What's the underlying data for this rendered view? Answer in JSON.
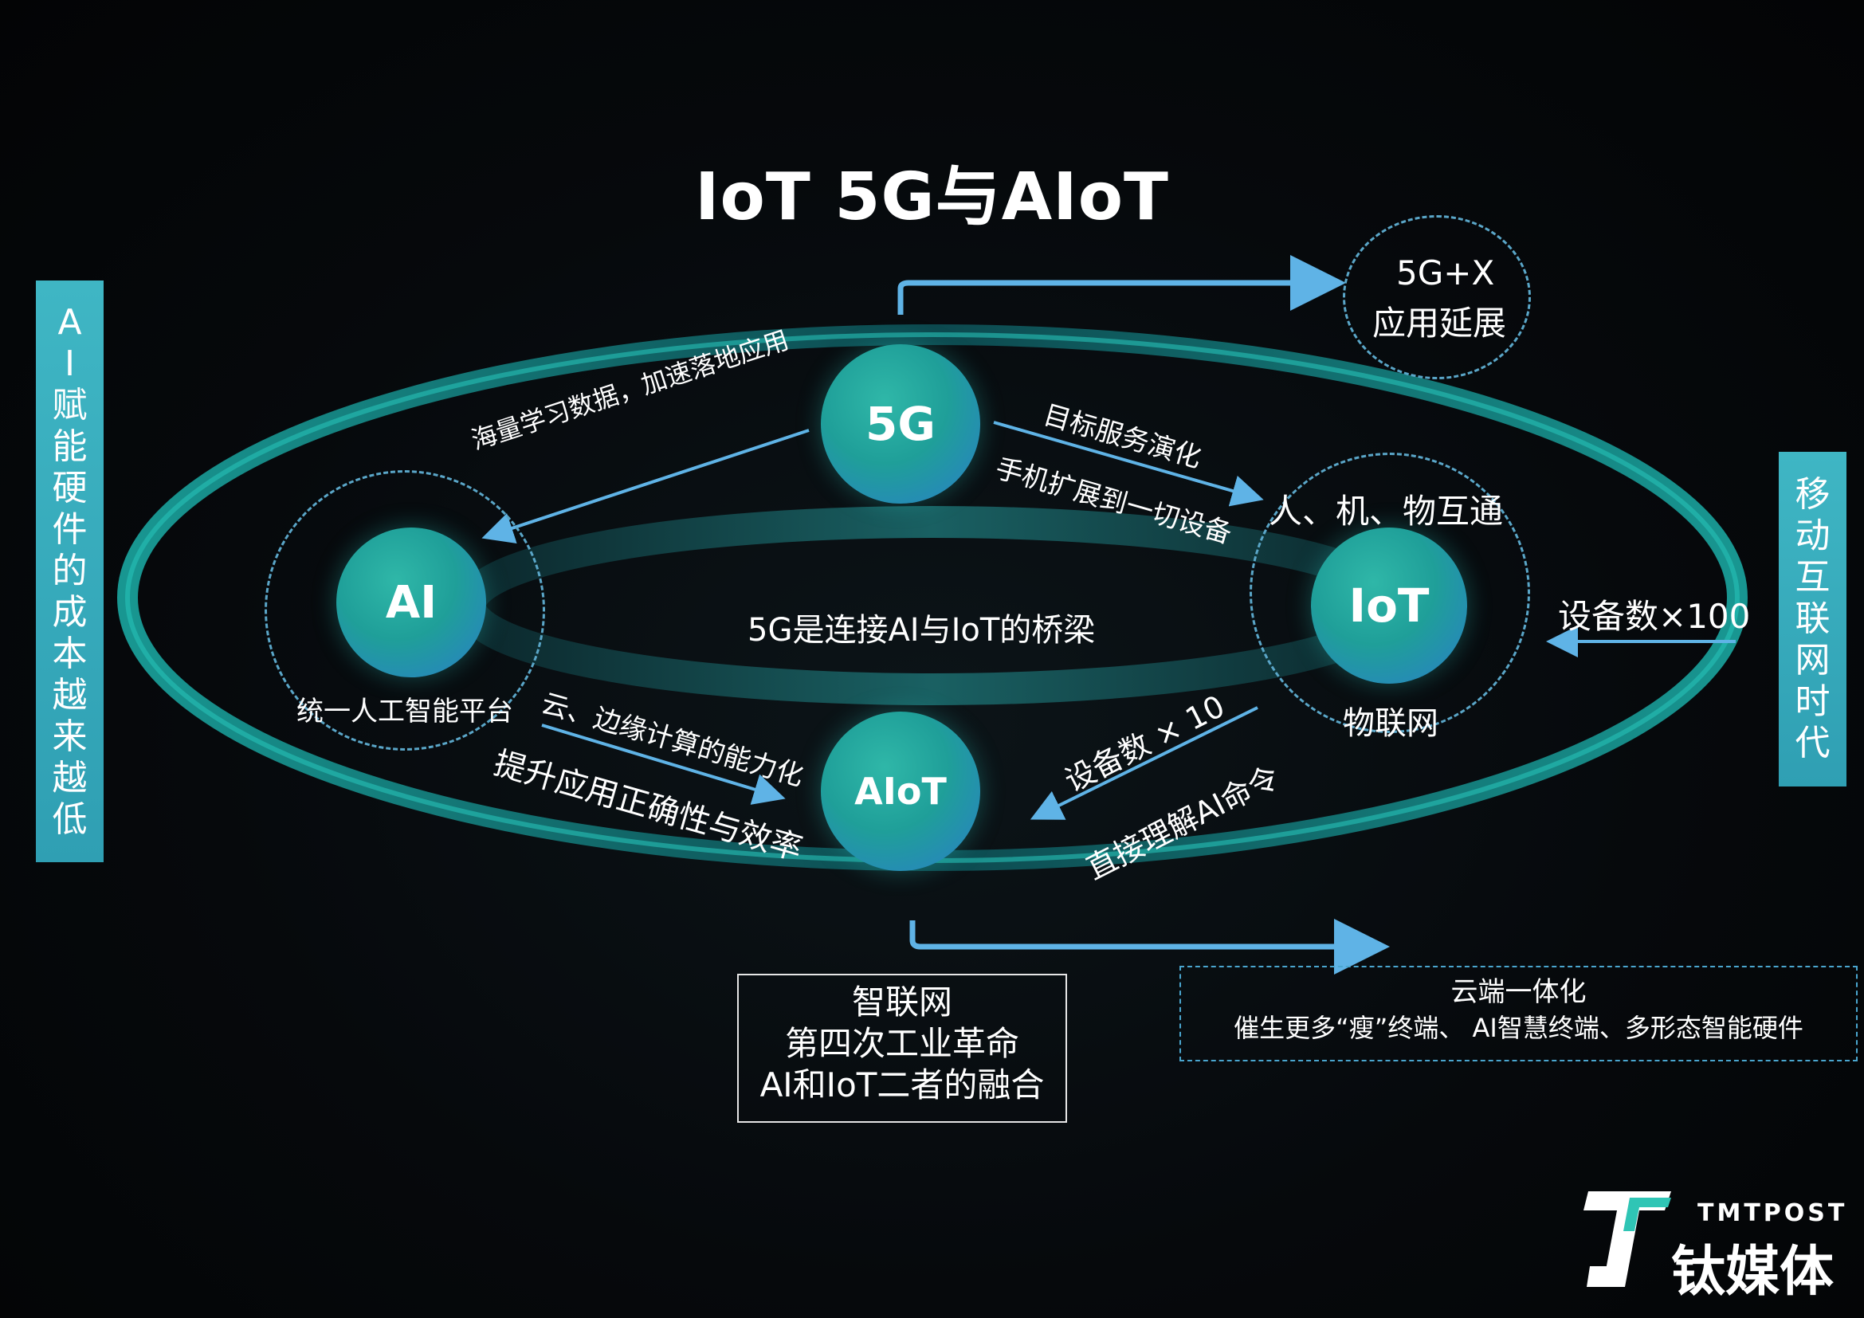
{
  "title": "IoT 5G与AIoT",
  "nodes": {
    "g5": "5G",
    "ai": "AI",
    "iot": "IoT",
    "aiot": "AIoT"
  },
  "labels": {
    "ai_platform": "统一人工智能平台",
    "iot_network": "物联网",
    "bridge": "5G是连接AI与IoT的桥梁",
    "g5_to_ai": "海量学习数据，加速落地应用",
    "g5_to_iot_line1": "目标服务演化",
    "g5_to_iot_line2": "手机扩展到一切设备",
    "interconnect": "人、机、物互通",
    "ai_to_aiot_line1": "云、边缘计算的能力化",
    "ai_to_aiot_line2": "提升应用正确性与效率",
    "iot_to_aiot_line1": "设备数 × 10",
    "iot_to_aiot_line2": "直接理解AI命令",
    "device_count_100": "设备数×100",
    "app_ext_line1": "5G+X",
    "app_ext_line2": "应用延展"
  },
  "left_bar": [
    "A",
    "I",
    "赋",
    "能",
    "硬",
    "件",
    "的",
    "成",
    "本",
    "越",
    "来",
    "越",
    "低"
  ],
  "right_bar": [
    "移",
    "动",
    "互",
    "联",
    "网",
    "时",
    "代"
  ],
  "bottom_box": {
    "line1": "智联网",
    "line2": "第四次工业革命",
    "line3": "AI和IoT二者的融合"
  },
  "cloud_box": {
    "line1": "云端一体化",
    "line2": "催生更多“瘦”终端、 AI智慧终端、多形态智能硬件"
  },
  "brand": {
    "en": "TMTPOST",
    "cn": "钛媒体"
  },
  "colors": {
    "accent_teal": "#2fb7a8",
    "accent_blue": "#2a7ec8",
    "arrow_blue": "#5fb3e6",
    "ring_teal": "#1e9c9a"
  }
}
